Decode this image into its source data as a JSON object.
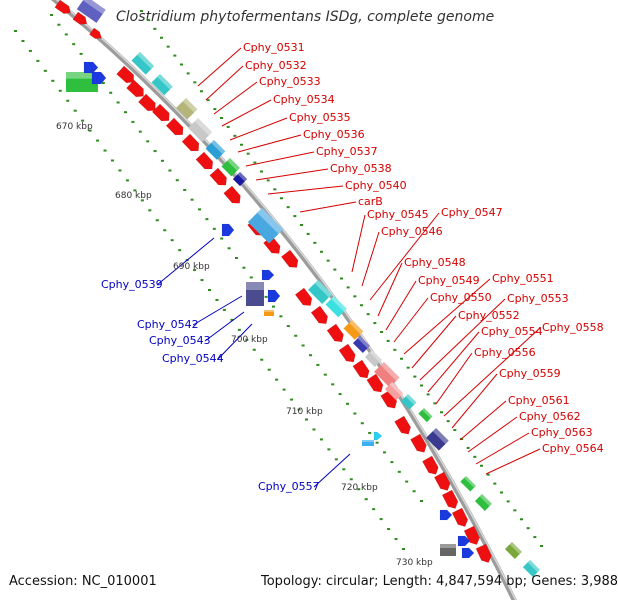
{
  "title": "Clostridium phytofermentans ISDg, complete genome",
  "footer": {
    "accession": "Accession: NC_010001",
    "summary": "Topology: circular; Length: 4,847,594 bp; Genes: 3,988"
  },
  "colors": {
    "backbone": "#9a9a9a",
    "forward_label": "#d40000",
    "reverse_label": "#0000c0",
    "ticks": "#2e8b1e",
    "feature": "#ee1010"
  },
  "tick_labels": [
    "670 kbp",
    "680 kbp",
    "690 kbp",
    "700 kbp",
    "710 kbp",
    "720 kbp",
    "730 kbp"
  ],
  "forward_genes": [
    "Cphy_0531",
    "Cphy_0532",
    "Cphy_0533",
    "Cphy_0534",
    "Cphy_0535",
    "Cphy_0536",
    "Cphy_0537",
    "Cphy_0538",
    "Cphy_0540",
    "carB",
    "Cphy_0545",
    "Cphy_0546",
    "Cphy_0547",
    "Cphy_0548",
    "Cphy_0549",
    "Cphy_0550",
    "Cphy_0551",
    "Cphy_0552",
    "Cphy_0553",
    "Cphy_0554",
    "Cphy_0556",
    "Cphy_0558",
    "Cphy_0559",
    "Cphy_0561",
    "Cphy_0562",
    "Cphy_0563",
    "Cphy_0564"
  ],
  "reverse_genes": [
    "Cphy_0539",
    "Cphy_0542",
    "Cphy_0543",
    "Cphy_0544",
    "Cphy_0557"
  ]
}
